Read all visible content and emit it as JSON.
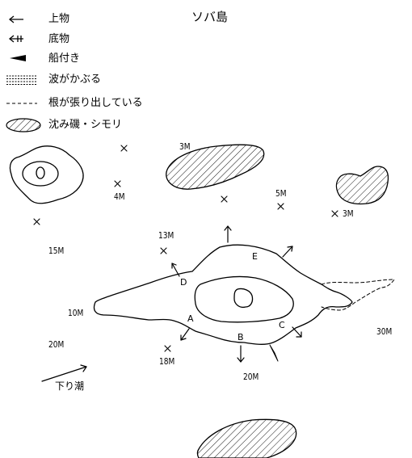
{
  "title": "ソバ島",
  "legend": {
    "uwamono": "上物",
    "sokomono": "底物",
    "funatsuki": "船付き",
    "nami": "波がかぶる",
    "ne": "根が張り出している",
    "shizumi": "沈み磯・シモリ"
  },
  "depths": {
    "d1": "3M",
    "d2": "4M",
    "d3": "5M",
    "d4": "3M",
    "d5": "13M",
    "d6": "15M",
    "d7": "10M",
    "d8": "20M",
    "d9": "18M",
    "d10": "20M",
    "d11": "30M"
  },
  "points": {
    "a": "A",
    "b": "B",
    "c": "C",
    "d": "D",
    "e": "E"
  },
  "current": {
    "label": "下り潮"
  }
}
